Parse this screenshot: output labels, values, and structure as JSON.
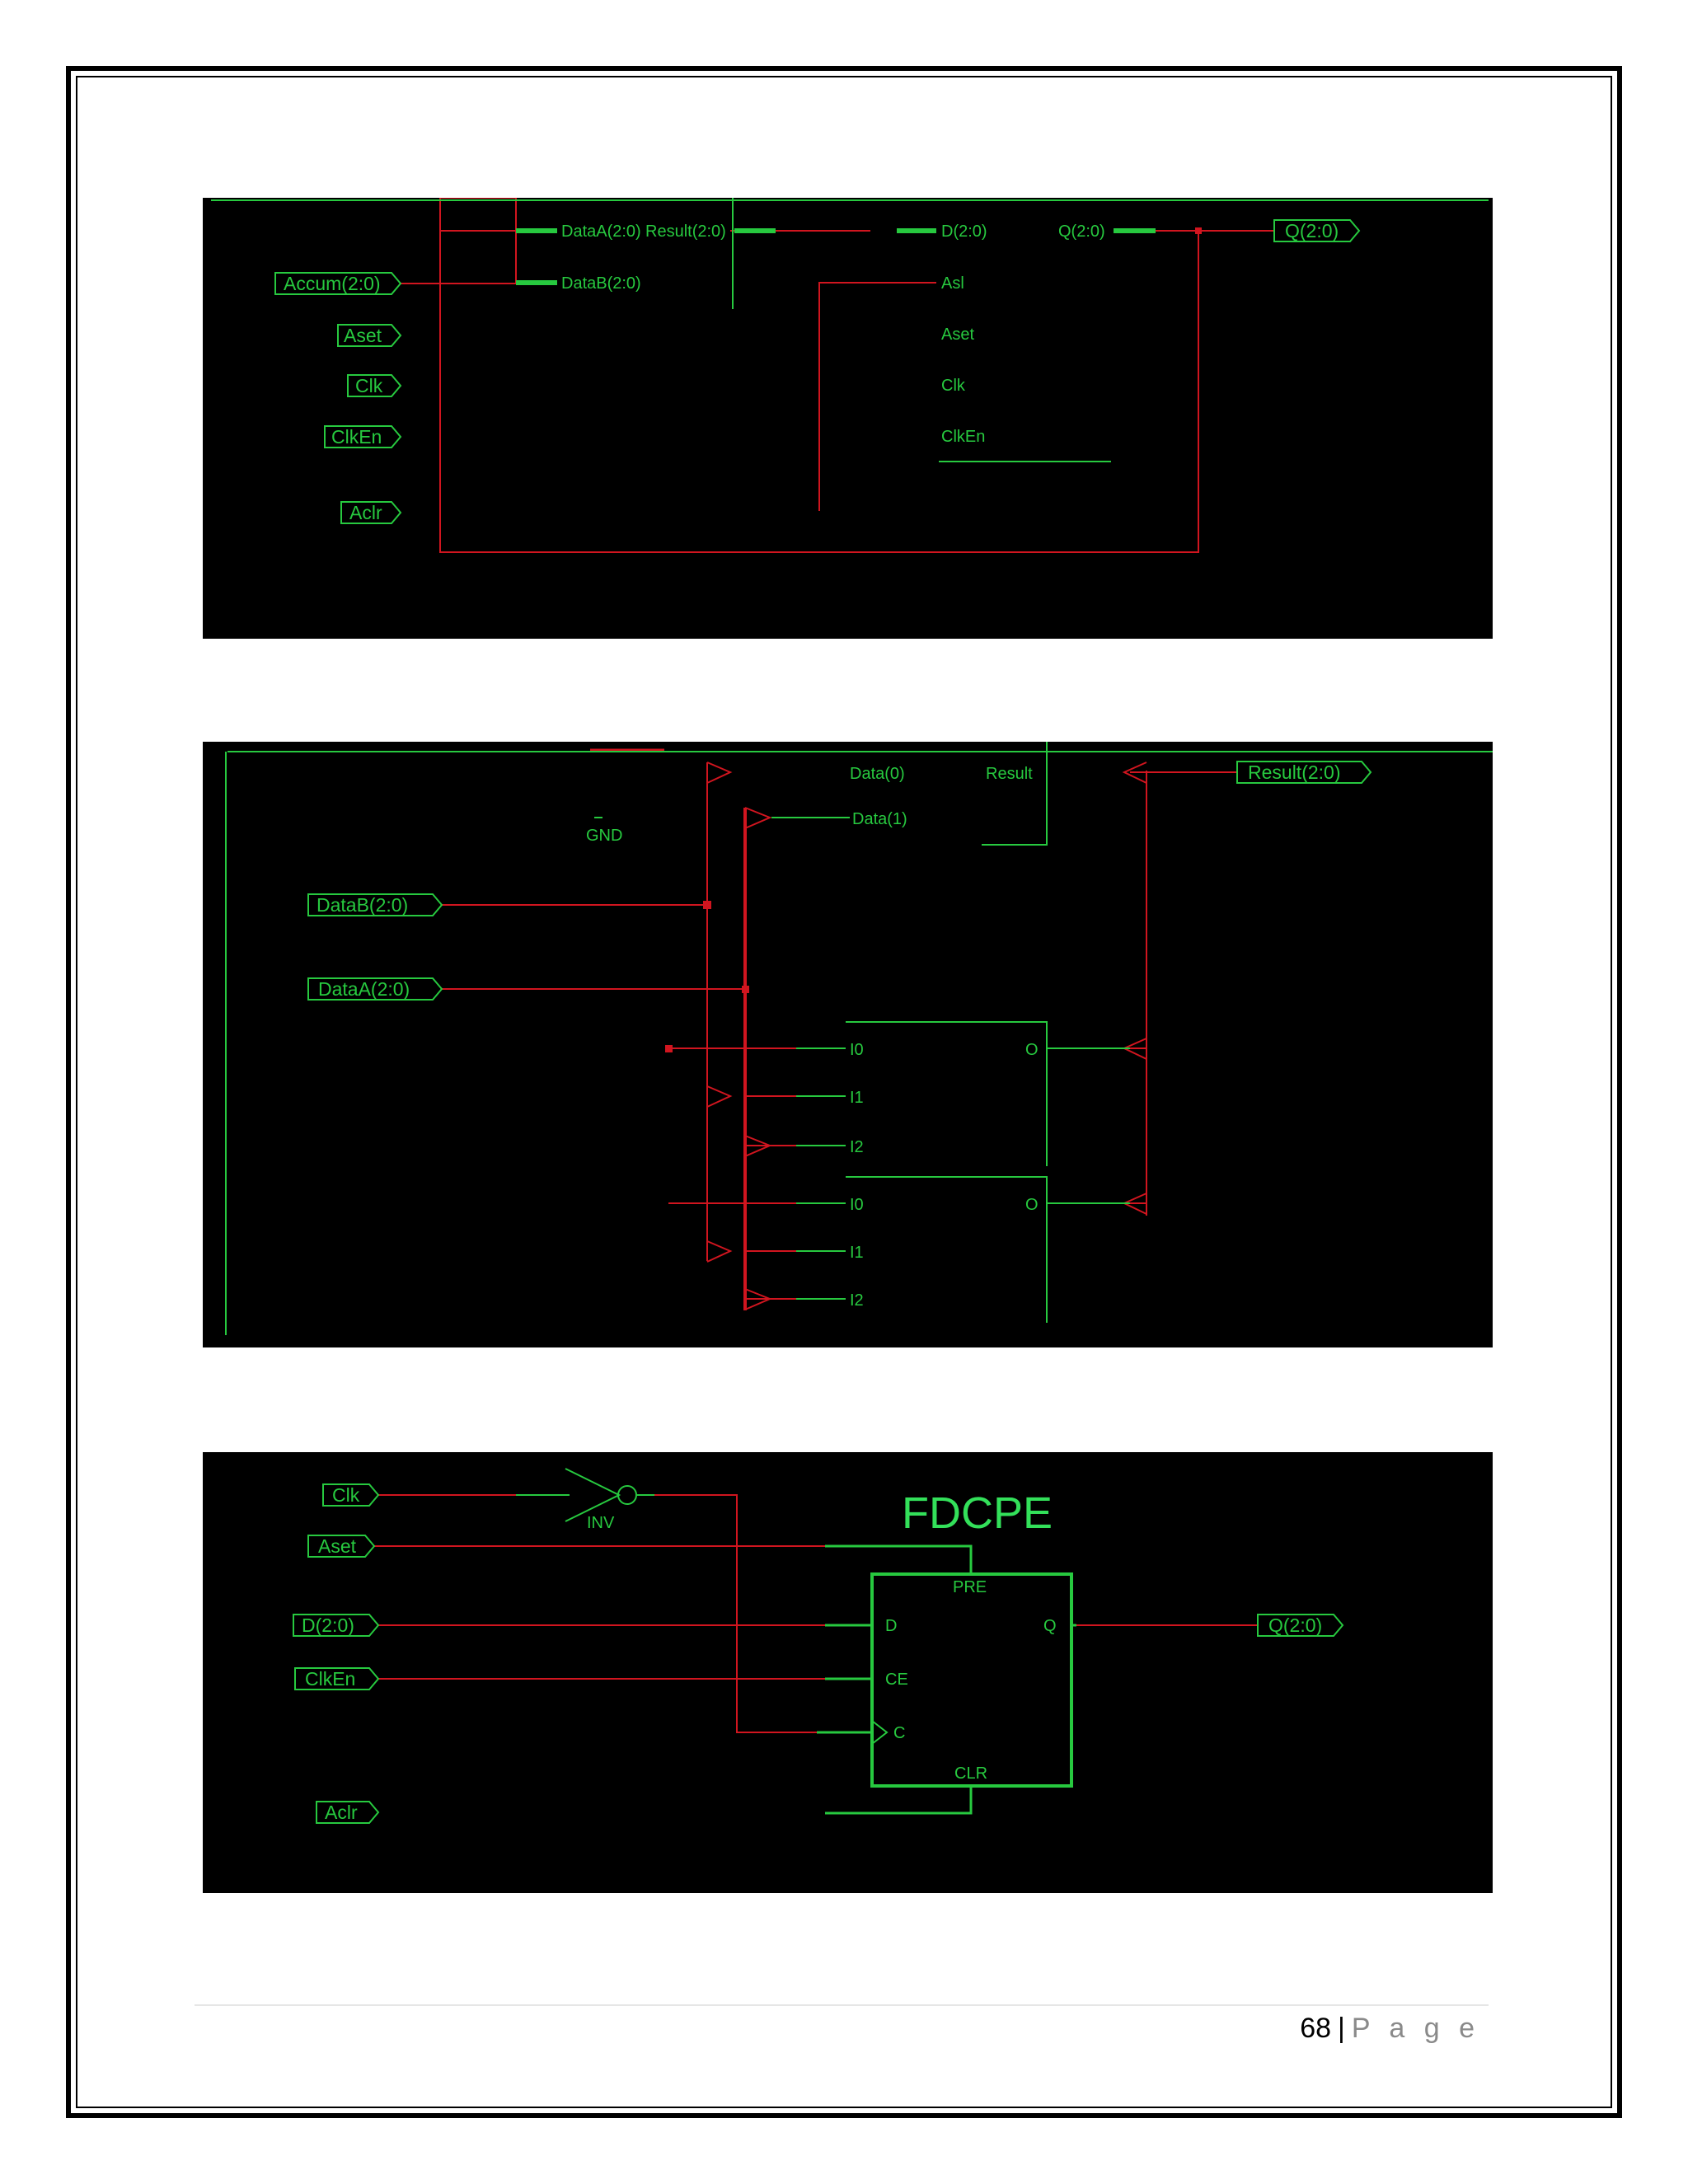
{
  "panel1": {
    "ports_in": [
      "Accum(2:0)",
      "Aset",
      "Clk",
      "ClkEn",
      "Aclr"
    ],
    "port_out": "Q(2:0)",
    "adder_pins": {
      "in_a": "DataA(2:0)",
      "out": "Result(2:0)",
      "in_b": "DataB(2:0)"
    },
    "reg_pins": {
      "d": "D(2:0)",
      "q": "Q(2:0)",
      "asl": "Asl",
      "aset": "Aset",
      "clk": "Clk",
      "clken": "ClkEn"
    }
  },
  "panel2": {
    "ports_in": [
      "DataB(2:0)",
      "DataA(2:0)"
    ],
    "port_out": "Result(2:0)",
    "gnd_label": "GND",
    "top_block": {
      "in0": "Data(0)",
      "in1": "Data(1)",
      "out": "Result"
    },
    "lut1": {
      "i0": "I0",
      "i1": "I1",
      "i2": "I2",
      "o": "O"
    },
    "lut2": {
      "i0": "I0",
      "i1": "I1",
      "i2": "I2",
      "o": "O"
    }
  },
  "panel3": {
    "title": "FDCPE",
    "ports_in": [
      "Clk",
      "Aset",
      "D(2:0)",
      "ClkEn",
      "Aclr"
    ],
    "port_out": "Q(2:0)",
    "inverter_label": "INV",
    "ff_pins": {
      "pre": "PRE",
      "d": "D",
      "q": "Q",
      "ce": "CE",
      "c": "C",
      "clr": "CLR"
    }
  },
  "footer": {
    "page_number": "68",
    "separator": "|",
    "page_word": "P a g e"
  },
  "colors": {
    "wire": "#d1151f",
    "component": "#27c93f",
    "panel_bg": "#000000"
  }
}
